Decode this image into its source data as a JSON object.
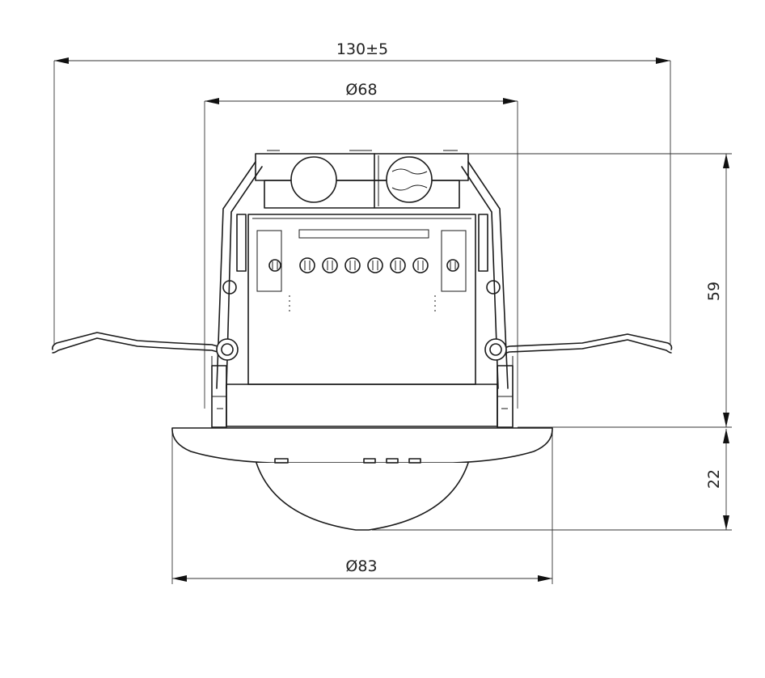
{
  "dimensions": {
    "overall_width": "130±5",
    "mounting_diameter": "Ø68",
    "body_height": "59",
    "lens_height": "22",
    "cover_diameter": "Ø83"
  },
  "colors": {
    "line": "#1a1a1a",
    "background": "#ffffff"
  }
}
